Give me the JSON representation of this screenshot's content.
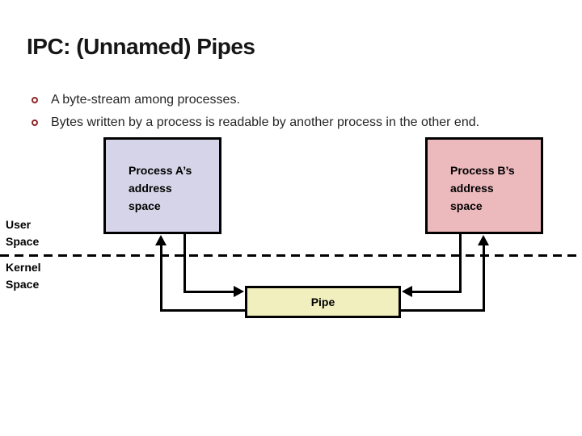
{
  "slide": {
    "title": "IPC: (Unnamed) Pipes",
    "bullets": [
      "A byte-stream among processes.",
      "Bytes written by a process is readable by another process in the other end."
    ],
    "diagram": {
      "process_a": {
        "line1": "Process A’s",
        "line2": "address",
        "line3": "space"
      },
      "process_b": {
        "line1": "Process B’s",
        "line2": "address",
        "line3": "space"
      },
      "pipe_label": "Pipe",
      "user_space": {
        "line1": "User",
        "line2": "Space"
      },
      "kernel_space": {
        "line1": "Kernel",
        "line2": "Space"
      }
    },
    "colors": {
      "title": "#161616",
      "body_text": "#262626",
      "bullet_ring": "#8b2727",
      "process_a_fill": "#d6d4e8",
      "process_b_fill": "#ecb9bd",
      "pipe_fill": "#f2efbe",
      "line": "#000000"
    }
  }
}
